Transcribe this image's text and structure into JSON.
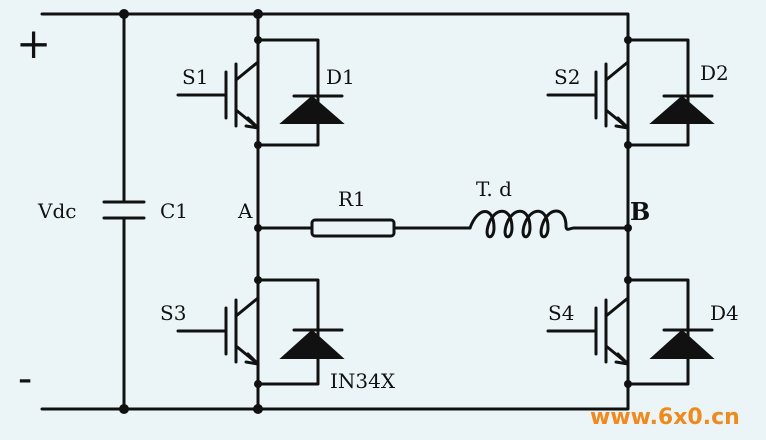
{
  "supply": {
    "plus_sign": "+",
    "minus_sign": "-",
    "label": "Vdc"
  },
  "capacitor": {
    "label": "C1"
  },
  "nodes": {
    "a": "A",
    "b": "B"
  },
  "resistor": {
    "label": "R1"
  },
  "inductor": {
    "label": "T. d"
  },
  "switches": [
    {
      "label": "S1"
    },
    {
      "label": "S2"
    },
    {
      "label": "S3"
    },
    {
      "label": "S4"
    }
  ],
  "diodes": [
    {
      "label": "D1"
    },
    {
      "label": "D2"
    },
    {
      "label": "IN34X"
    },
    {
      "label": "D4"
    }
  ],
  "watermark": {
    "text": "www.6x0.cn",
    "color": "#f08a1e"
  },
  "colors": {
    "background": "#ebf5f7",
    "ink": "#111111"
  }
}
